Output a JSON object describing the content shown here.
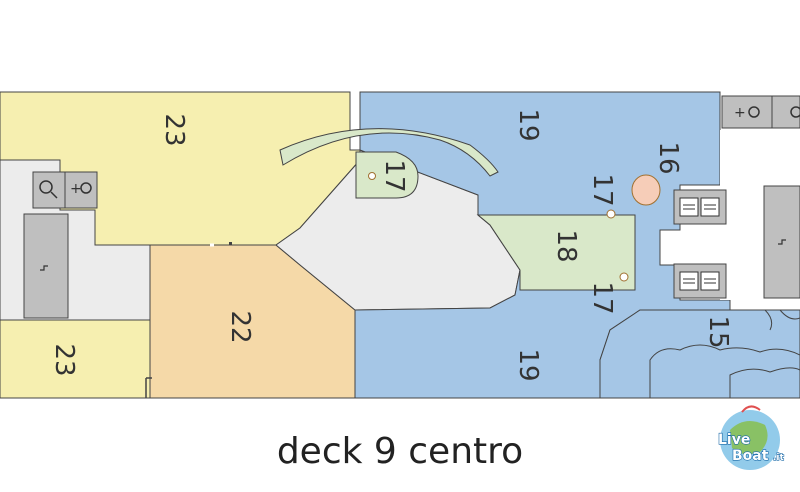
{
  "caption": "deck 9 centro",
  "areas": {
    "a23_top": "23",
    "a23_bottom": "23",
    "a22": "22",
    "a19_top": "19",
    "a19_bottom": "19",
    "a17_round": "17",
    "a17_right_top": "17",
    "a17_right_bottom": "17",
    "a18": "18",
    "a16": "16",
    "a15": "15"
  },
  "legend_icons": [
    "restroom-icon",
    "elevator-icon",
    "stairs-icon"
  ],
  "colors": {
    "yellow_area": "#f6efb0",
    "orange_area": "#f5d9a8",
    "blue_area": "#a5c6e6",
    "green_area": "#d9e8c9",
    "grey_area": "#ececec",
    "service_grey": "#bfbfbf"
  },
  "logo": {
    "line1": "Live",
    "line2": "Boat",
    "suffix": ".it"
  }
}
